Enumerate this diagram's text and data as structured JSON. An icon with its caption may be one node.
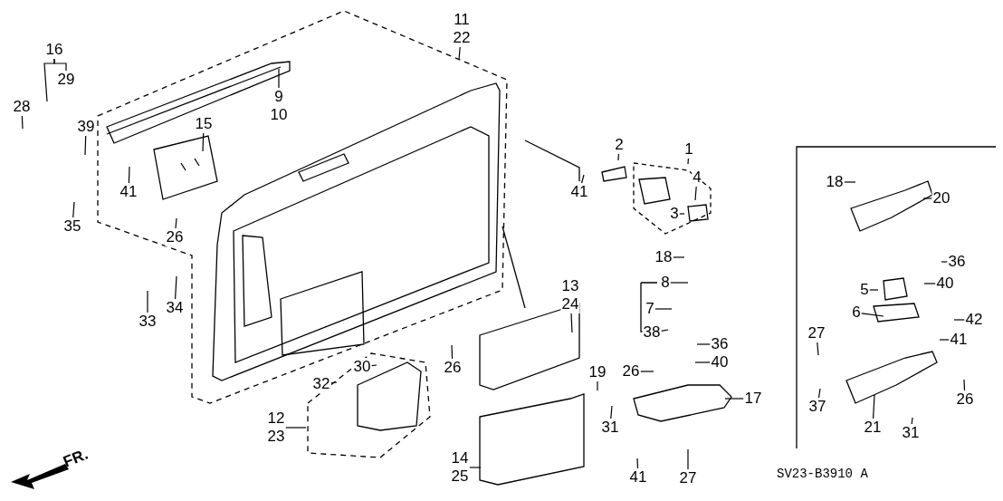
{
  "diagram": {
    "nodes": [
      {
        "text": [
          "16"
        ]
      },
      {
        "text": [
          "29"
        ]
      },
      {
        "text": [
          "28"
        ]
      },
      {
        "text": [
          "39"
        ]
      },
      {
        "text": [
          "35"
        ]
      },
      {
        "text": [
          "9",
          "10"
        ]
      },
      {
        "text": [
          "15"
        ]
      },
      {
        "text": [
          "41"
        ]
      },
      {
        "text": [
          "26"
        ]
      },
      {
        "text": [
          "11",
          "22"
        ]
      },
      {
        "text": [
          "33"
        ]
      },
      {
        "text": [
          "34"
        ]
      },
      {
        "text": [
          "30"
        ]
      },
      {
        "text": [
          "32"
        ]
      },
      {
        "text": [
          "12",
          "23"
        ]
      },
      {
        "text": [
          "26"
        ]
      },
      {
        "text": [
          "13",
          "24"
        ]
      },
      {
        "text": [
          "14",
          "25"
        ]
      },
      {
        "text": [
          "41"
        ]
      },
      {
        "text": [
          "2"
        ]
      },
      {
        "text": [
          "1"
        ]
      },
      {
        "text": [
          "4"
        ]
      },
      {
        "text": [
          "3"
        ]
      },
      {
        "text": [
          "18"
        ]
      },
      {
        "text": [
          "8"
        ]
      },
      {
        "text": [
          "7"
        ]
      },
      {
        "text": [
          "38"
        ]
      },
      {
        "text": [
          "36"
        ]
      },
      {
        "text": [
          "40"
        ]
      },
      {
        "text": [
          "26"
        ]
      },
      {
        "text": [
          "19"
        ]
      },
      {
        "text": [
          "31"
        ]
      },
      {
        "text": [
          "17"
        ]
      },
      {
        "text": [
          "41"
        ]
      },
      {
        "text": [
          "27"
        ]
      },
      {
        "text": [
          "18"
        ]
      },
      {
        "text": [
          "20"
        ]
      },
      {
        "text": [
          "36"
        ]
      },
      {
        "text": [
          "40"
        ]
      },
      {
        "text": [
          "5"
        ]
      },
      {
        "text": [
          "6"
        ]
      },
      {
        "text": [
          "42"
        ]
      },
      {
        "text": [
          "41"
        ]
      },
      {
        "text": [
          "27"
        ]
      },
      {
        "text": [
          "37"
        ]
      },
      {
        "text": [
          "21"
        ]
      },
      {
        "text": [
          "31"
        ]
      },
      {
        "text": [
          "26"
        ]
      }
    ],
    "edges": [
      {
        "from": 0,
        "to": null,
        "arrow": "none"
      },
      {
        "from": 0,
        "to": 1,
        "arrow": "none"
      },
      {
        "from": 2,
        "to": null,
        "arrow": "none"
      },
      {
        "from": 3,
        "to": null,
        "arrow": "none"
      },
      {
        "from": 4,
        "to": null,
        "arrow": "none"
      },
      {
        "from": 5,
        "to": null,
        "arrow": "none"
      },
      {
        "from": 6,
        "to": null,
        "arrow": "none"
      },
      {
        "from": 7,
        "to": null,
        "arrow": "none"
      },
      {
        "from": 8,
        "to": null,
        "arrow": "none"
      },
      {
        "from": 9,
        "to": null,
        "arrow": "none"
      },
      {
        "from": 10,
        "to": null,
        "arrow": "none"
      },
      {
        "from": 11,
        "to": null,
        "arrow": "none"
      },
      {
        "from": 12,
        "to": null,
        "arrow": "none"
      },
      {
        "from": 13,
        "to": null,
        "arrow": "none"
      },
      {
        "from": 14,
        "to": null,
        "arrow": "none"
      },
      {
        "from": 15,
        "to": null,
        "arrow": "none"
      },
      {
        "from": 16,
        "to": null,
        "arrow": "none"
      },
      {
        "from": 17,
        "to": null,
        "arrow": "none"
      },
      {
        "from": 18,
        "to": null,
        "arrow": "none"
      },
      {
        "from": 19,
        "to": null,
        "arrow": "none"
      },
      {
        "from": 20,
        "to": null,
        "arrow": "none"
      },
      {
        "from": 21,
        "to": null,
        "arrow": "none"
      },
      {
        "from": 22,
        "to": null,
        "arrow": "none"
      },
      {
        "from": 23,
        "to": null,
        "arrow": "none"
      },
      {
        "from": 24,
        "to": null,
        "arrow": "none"
      },
      {
        "from": 25,
        "to": null,
        "arrow": "none"
      },
      {
        "from": 26,
        "to": null,
        "arrow": "none"
      },
      {
        "from": 27,
        "to": null,
        "arrow": "none"
      },
      {
        "from": 28,
        "to": null,
        "arrow": "none"
      },
      {
        "from": 29,
        "to": null,
        "arrow": "none"
      },
      {
        "from": 30,
        "to": null,
        "arrow": "none"
      },
      {
        "from": 31,
        "to": null,
        "arrow": "none"
      },
      {
        "from": 32,
        "to": null,
        "arrow": "none"
      },
      {
        "from": 33,
        "to": null,
        "arrow": "none"
      },
      {
        "from": 34,
        "to": null,
        "arrow": "none"
      },
      {
        "from": 35,
        "to": null,
        "arrow": "none"
      },
      {
        "from": 36,
        "to": null,
        "arrow": "none"
      },
      {
        "from": 37,
        "to": null,
        "arrow": "none"
      },
      {
        "from": 38,
        "to": null,
        "arrow": "none"
      },
      {
        "from": 39,
        "to": null,
        "arrow": "none"
      },
      {
        "from": 40,
        "to": null,
        "arrow": "none"
      },
      {
        "from": 41,
        "to": null,
        "arrow": "none"
      },
      {
        "from": 42,
        "to": null,
        "arrow": "none"
      },
      {
        "from": 43,
        "to": null,
        "arrow": "none"
      },
      {
        "from": 44,
        "to": null,
        "arrow": "none"
      },
      {
        "from": 45,
        "to": null,
        "arrow": "none"
      },
      {
        "from": 46,
        "to": null,
        "arrow": "none"
      },
      {
        "from": 47,
        "to": null,
        "arrow": "none"
      }
    ],
    "labels": [
      "FR.",
      "SV23-B3910 A"
    ]
  }
}
